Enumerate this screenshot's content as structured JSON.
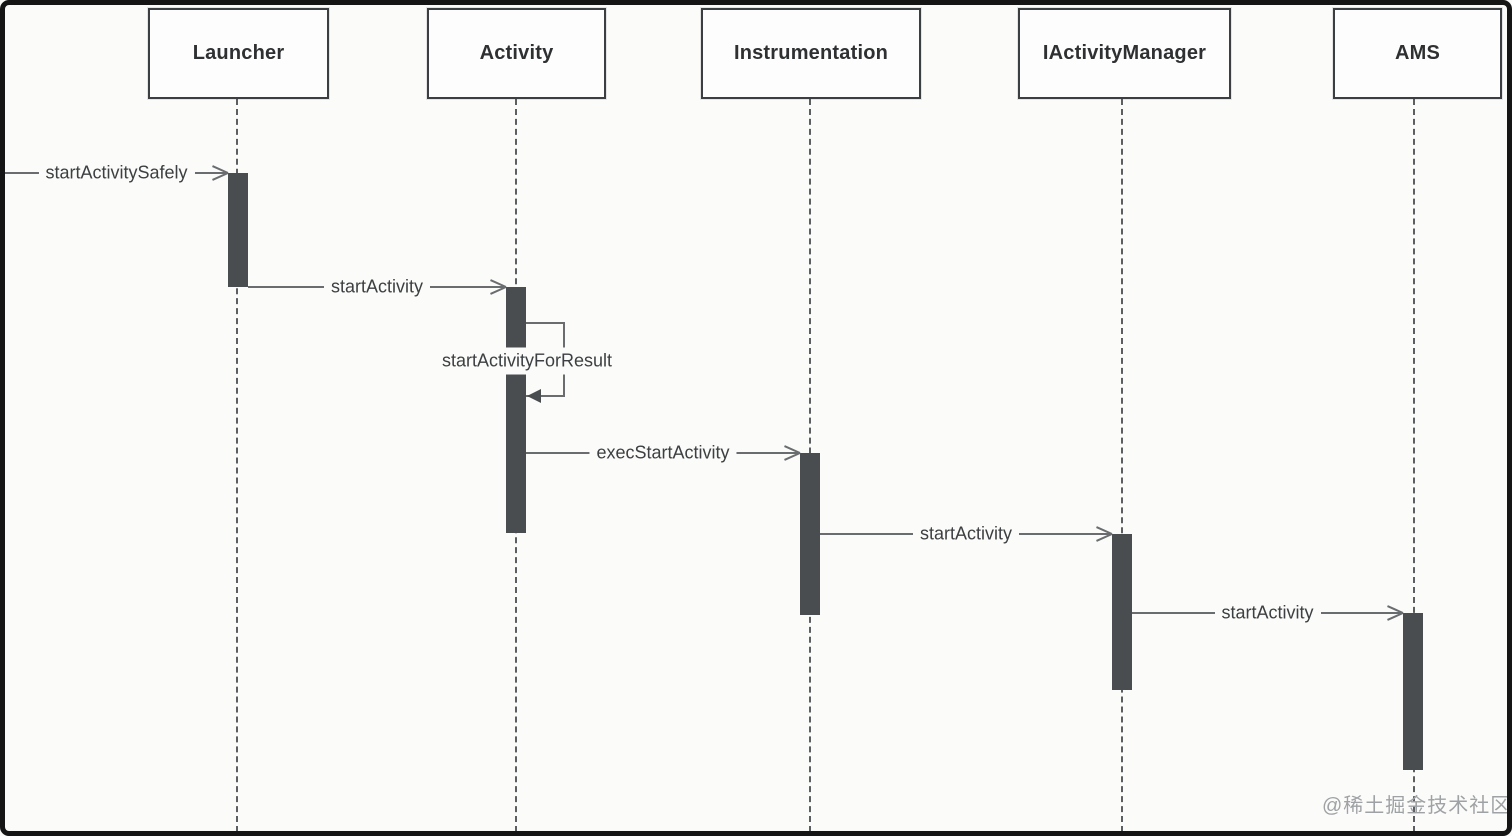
{
  "diagram": {
    "type": "sequence",
    "participants": [
      {
        "name": "Launcher"
      },
      {
        "name": "Activity"
      },
      {
        "name": "Instrumentation"
      },
      {
        "name": "IActivityManager"
      },
      {
        "name": "AMS"
      }
    ],
    "messages": [
      {
        "label": "startActivitySafely",
        "from": "external",
        "to": "Launcher"
      },
      {
        "label": "startActivity",
        "from": "Launcher",
        "to": "Activity"
      },
      {
        "label": "startActivityForResult",
        "from": "Activity",
        "to": "Activity",
        "self_call": true
      },
      {
        "label": "execStartActivity",
        "from": "Activity",
        "to": "Instrumentation"
      },
      {
        "label": "startActivity",
        "from": "Instrumentation",
        "to": "IActivityManager"
      },
      {
        "label": "startActivity",
        "from": "IActivityManager",
        "to": "AMS"
      }
    ],
    "colors": {
      "background": "#fbfbfa",
      "frame": "#151515",
      "box_border": "#3c3f41",
      "box_text": "#2e3032",
      "message_line": "#6a6d70",
      "activation_bar": "#4a4d50",
      "label_text": "#3d4042",
      "lifeline": "#5c5f62",
      "watermark": "#9fa2a4"
    }
  },
  "watermark": "@稀土掘金技术社区"
}
